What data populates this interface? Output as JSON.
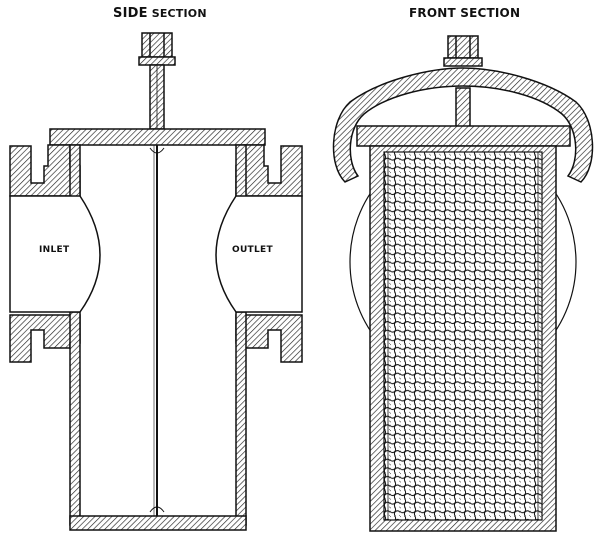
{
  "titles": {
    "side_bold": "SIDE",
    "side_rest": " SECTION",
    "front": "FRONT SECTION"
  },
  "labels": {
    "inlet": "INLET",
    "outlet": "OUTLET"
  },
  "colors": {
    "ink": "#111111",
    "hatch": "#222222",
    "background": "#ffffff"
  }
}
